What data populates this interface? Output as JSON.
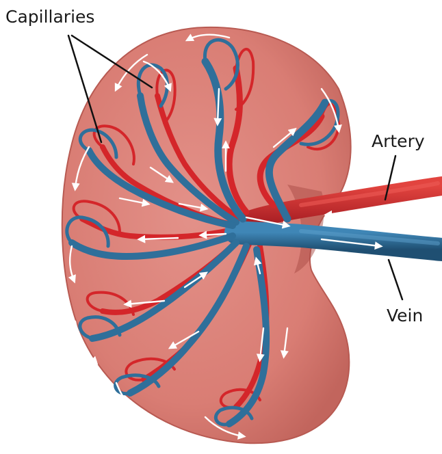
{
  "labels": {
    "capillaries": "Capillaries",
    "artery": "Artery",
    "vein": "Vein"
  },
  "colors": {
    "background": "#ffffff",
    "kidney_tissue": "#d97d74",
    "kidney_edge": "#b85a52",
    "artery_red": "#d4262a",
    "vein_blue": "#2f6f9a",
    "flow_arrow": "#ffffff",
    "leader_line": "#111111"
  },
  "icons": {
    "flow_direction": "white-arrow",
    "leader": "pointer-line"
  }
}
